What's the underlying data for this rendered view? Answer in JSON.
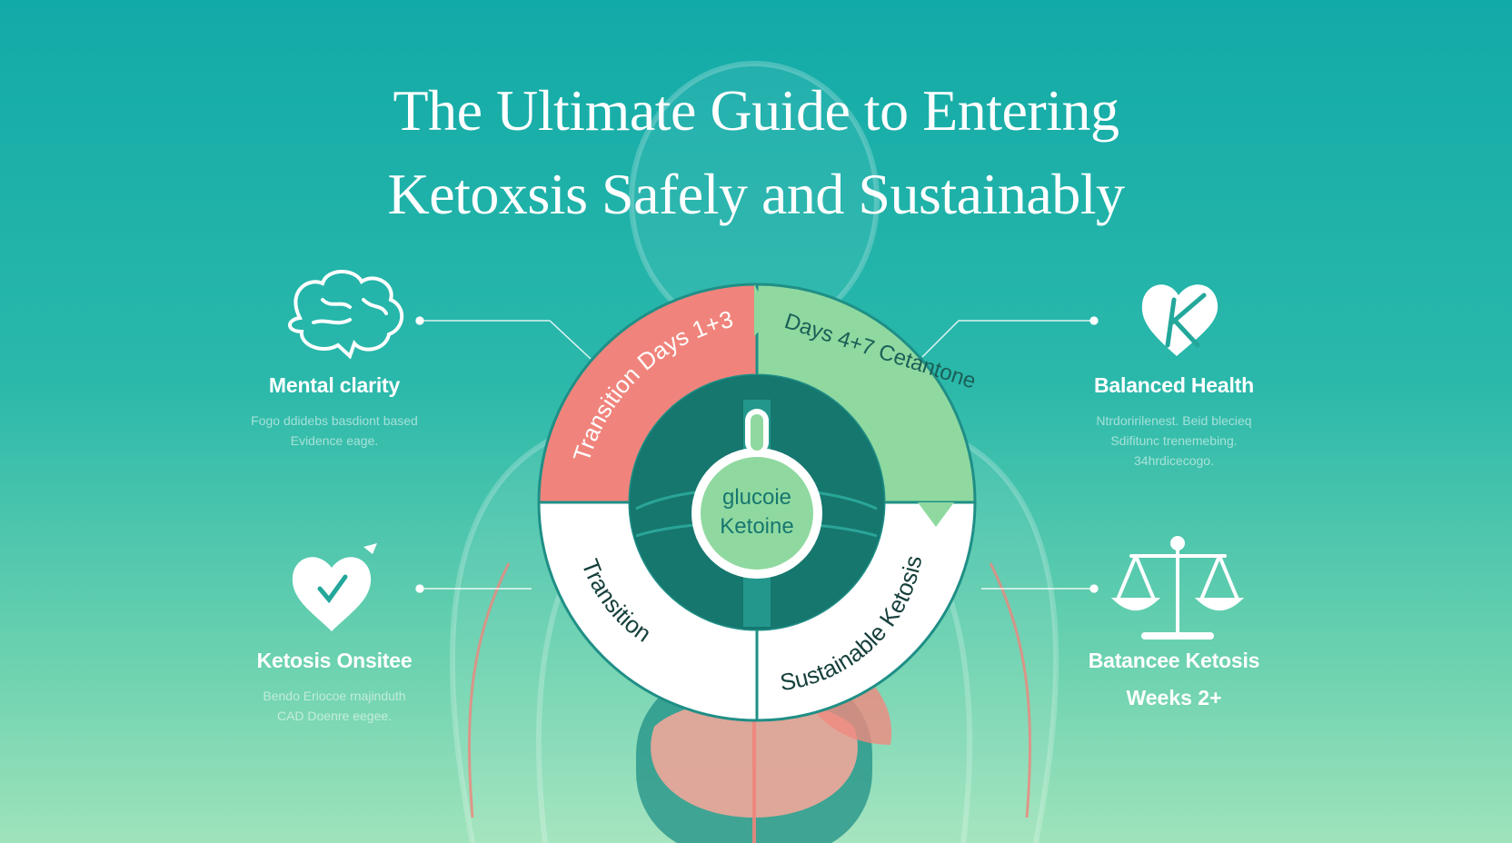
{
  "title": {
    "line1": "The Ultimate Guide to Entering",
    "line2": "Ketoxsis Safely and Sustainably"
  },
  "wheel": {
    "segments": [
      {
        "id": "seg1",
        "label": "Transition  Days 1+3",
        "color": "#f0847c"
      },
      {
        "id": "seg2",
        "label": "Days 4+7   Cetantone",
        "color": "#8fd9a0"
      },
      {
        "id": "seg3",
        "label": "Transition",
        "color": "#ffffff"
      },
      {
        "id": "seg4",
        "label": "Sustainable Ketosis",
        "color": "#ffffff"
      }
    ],
    "center": {
      "line1": "glucoie",
      "line2": "Ketoine"
    }
  },
  "features": {
    "mental": {
      "label": "Mental clarity",
      "sub1": "Fogo ddidebs basdiont based",
      "sub2": "Evidence eage."
    },
    "ketosis_onset": {
      "label": "Ketosis Onsitee",
      "sub1": "Bendo Eriocoe rnajinduth",
      "sub2": "CAD Doenre eegee."
    },
    "balanced_health": {
      "label": "Balanced Health",
      "sub1": "Ntrdoririlenest. Beid blecieq",
      "sub2": "Sdifitunc trenemebing.",
      "sub3": "34hrdicecogo."
    },
    "balanced_ketosis": {
      "label": "Batancee Ketosis",
      "sub": "Weeks 2+"
    }
  },
  "colors": {
    "teal_dark": "#16776f",
    "teal_ring": "#1f8f86",
    "coral": "#f0847c",
    "mint": "#8fd9a0"
  },
  "icons": [
    "brain-icon",
    "heart-check-icon",
    "heart-k-icon",
    "balance-scale-icon"
  ]
}
